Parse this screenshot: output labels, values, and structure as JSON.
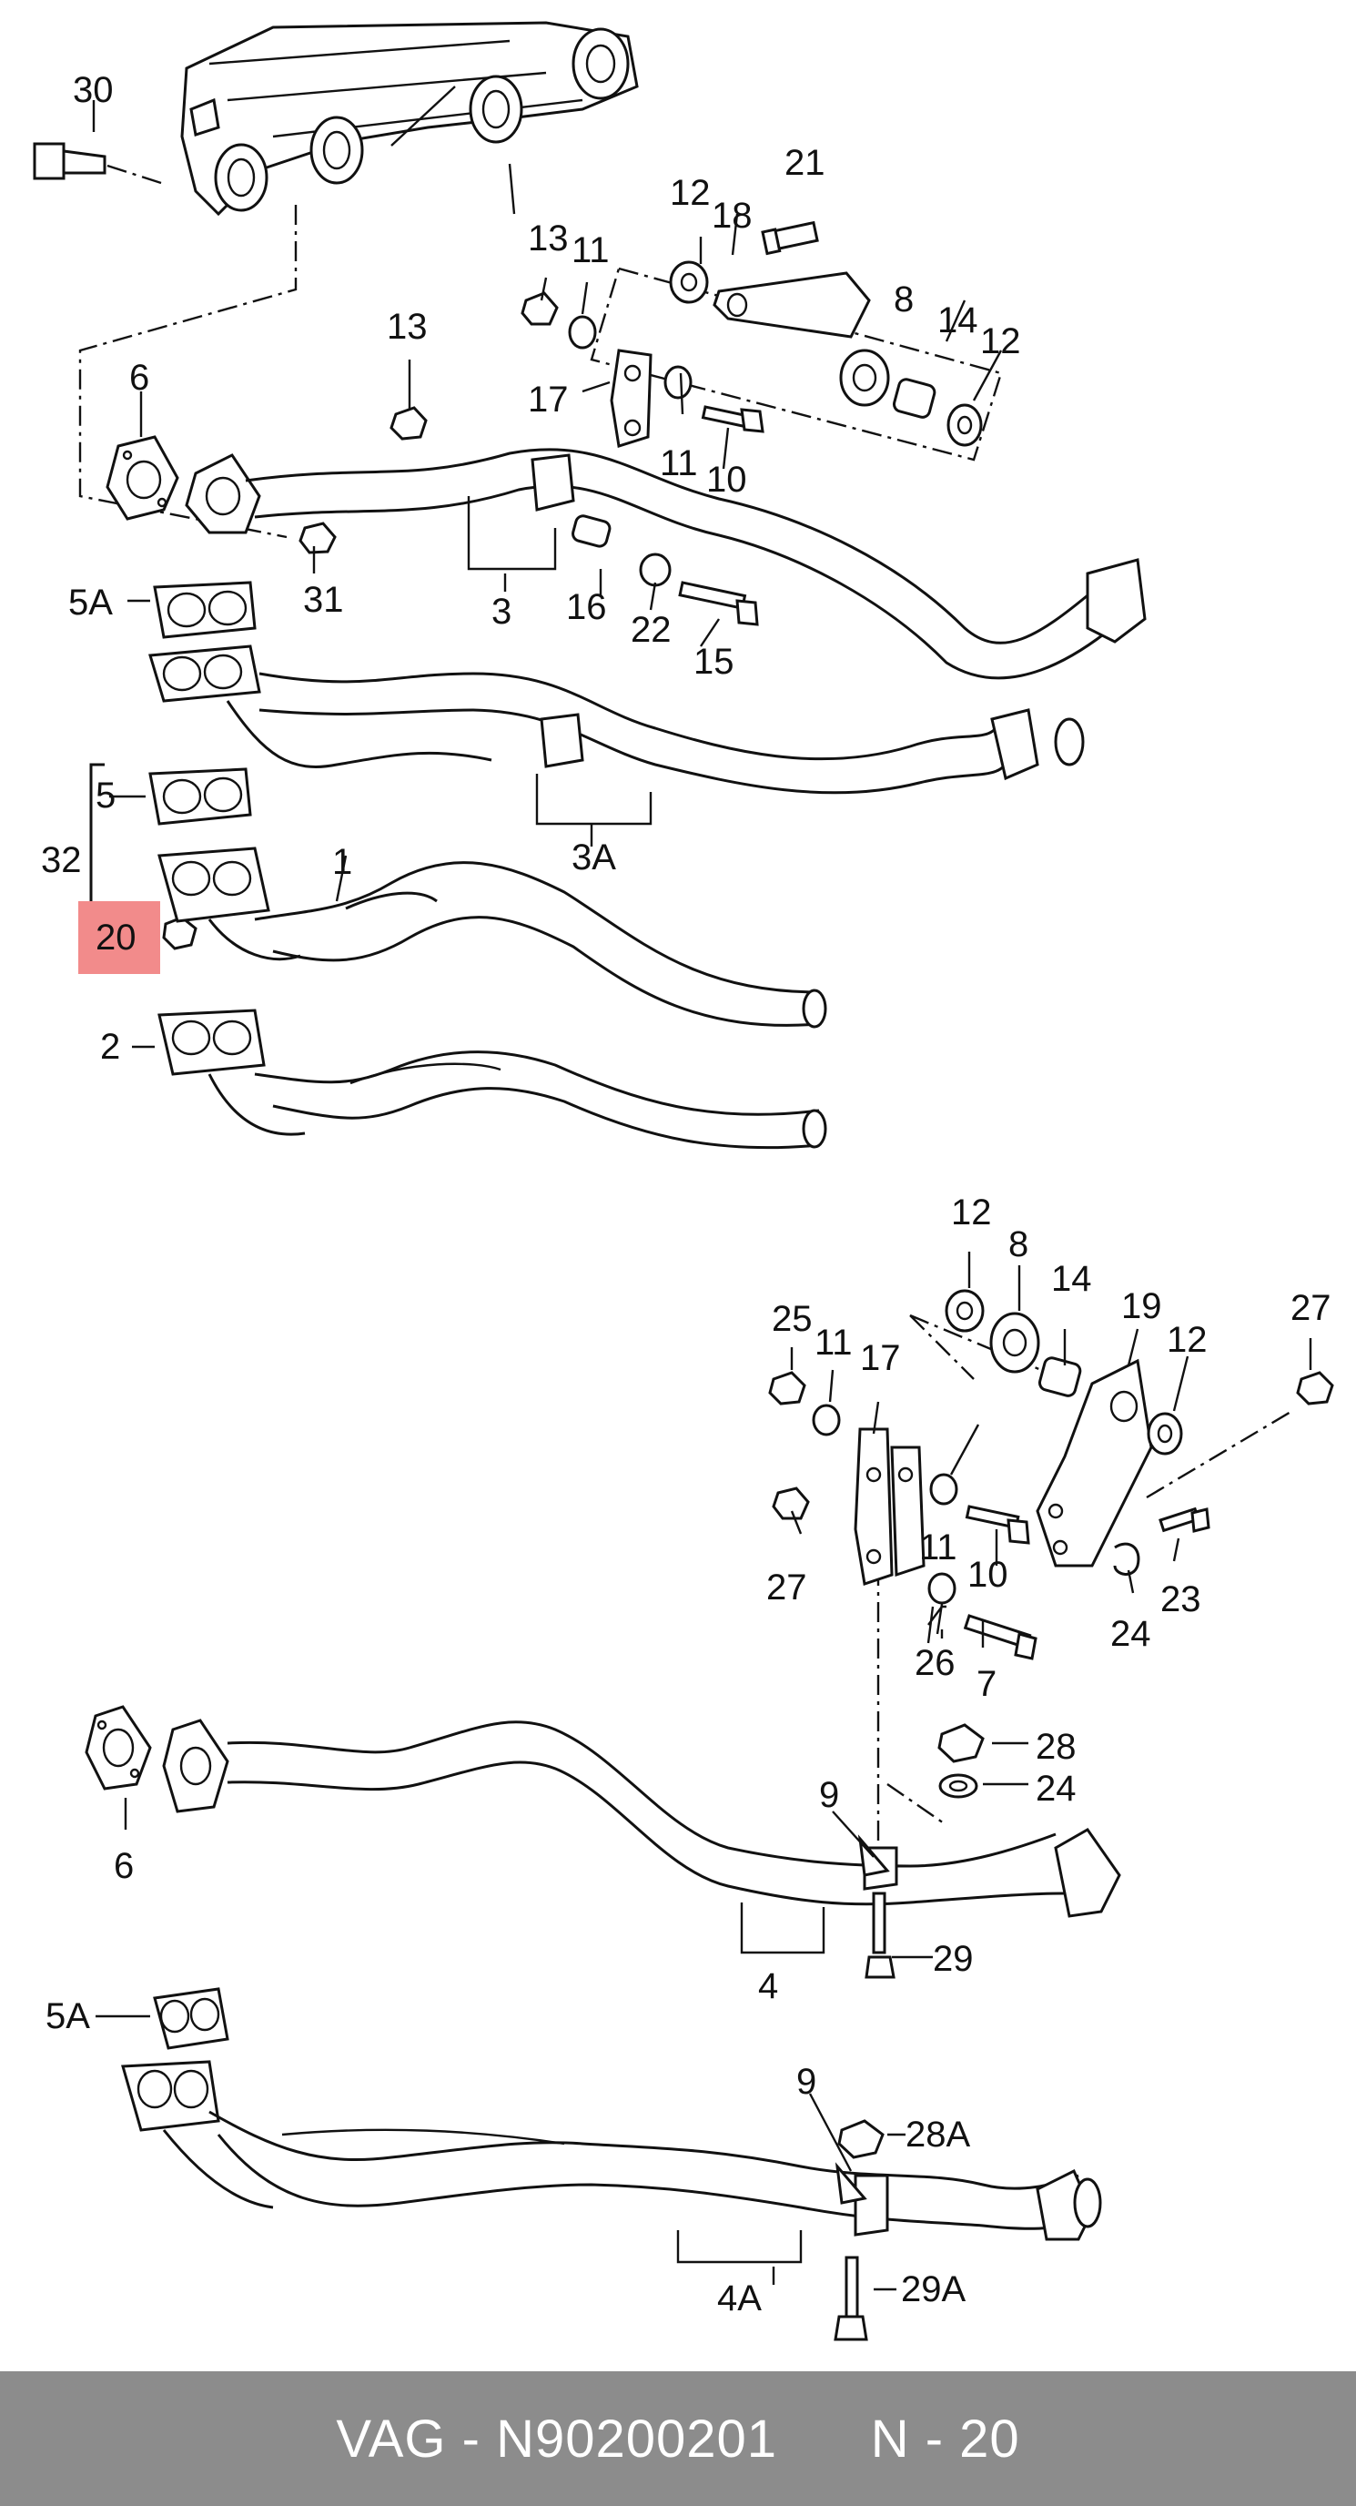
{
  "diagram": {
    "part_labels": {
      "p30": "30",
      "p21": "21",
      "p12a": "12",
      "p18": "18",
      "p13a": "13",
      "p11a": "11",
      "p8a": "8",
      "p14a": "14",
      "p12b": "12",
      "p13b": "13",
      "p6a": "6",
      "p17a": "17",
      "p11b": "11",
      "p10a": "10",
      "p5A_a": "5A",
      "p31": "31",
      "p3": "3",
      "p16": "16",
      "p22": "22",
      "p15": "15",
      "p5": "5",
      "p3A": "3A",
      "p32": "32",
      "p1": "1",
      "p20": "20",
      "p2": "2",
      "p12c": "12",
      "p8b": "8",
      "p14b": "14",
      "p19": "19",
      "p27a": "27",
      "p25": "25",
      "p11c": "11",
      "p17b": "17",
      "p12d": "12",
      "p27b": "27",
      "p11d": "11",
      "p10b": "10",
      "p23": "23",
      "p24a": "24",
      "p26": "26",
      "p7": "7",
      "p28": "28",
      "p24b": "24",
      "p6b": "6",
      "p9a": "9",
      "p29": "29",
      "p4": "4",
      "p5A_b": "5A",
      "p9b": "9",
      "p28A": "28A",
      "p4A": "4A",
      "p29A": "29A"
    },
    "highlight_label": "20",
    "highlight_color": "#f28b8b"
  },
  "footer": {
    "brand": "VAG",
    "separator": " - ",
    "part_number": "N90200201",
    "position": "N - 20"
  }
}
